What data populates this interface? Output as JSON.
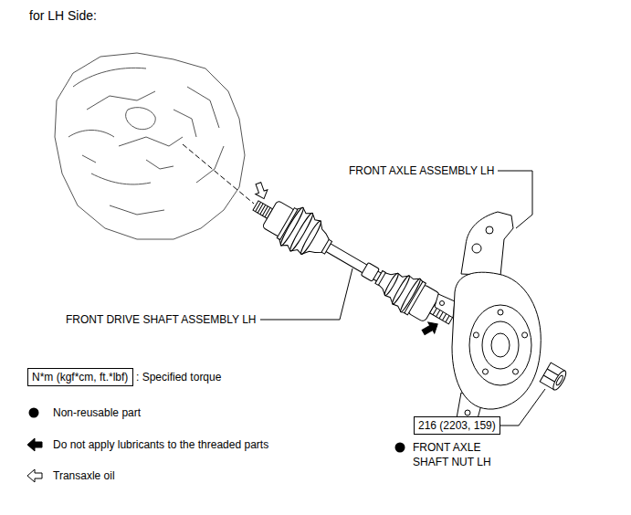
{
  "diagram": {
    "title": "for LH Side:",
    "nodes": [
      {
        "text": [
          "N*m (kgf*cm, ft.*lbf)"
        ]
      },
      {
        "text": [
          "216 (2203, 159)"
        ]
      }
    ],
    "labels": [
      "FRONT AXLE ASSEMBLY LH",
      "FRONT DRIVE SHAFT ASSEMBLY LH",
      "FRONT AXLE SHAFT NUT LH"
    ],
    "legend": [
      {
        "text": ": Specified torque"
      },
      {
        "text": "Non-reusable part"
      },
      {
        "text": "Do not apply lubricants to the threaded parts"
      },
      {
        "text": "Transaxle oil"
      }
    ]
  }
}
